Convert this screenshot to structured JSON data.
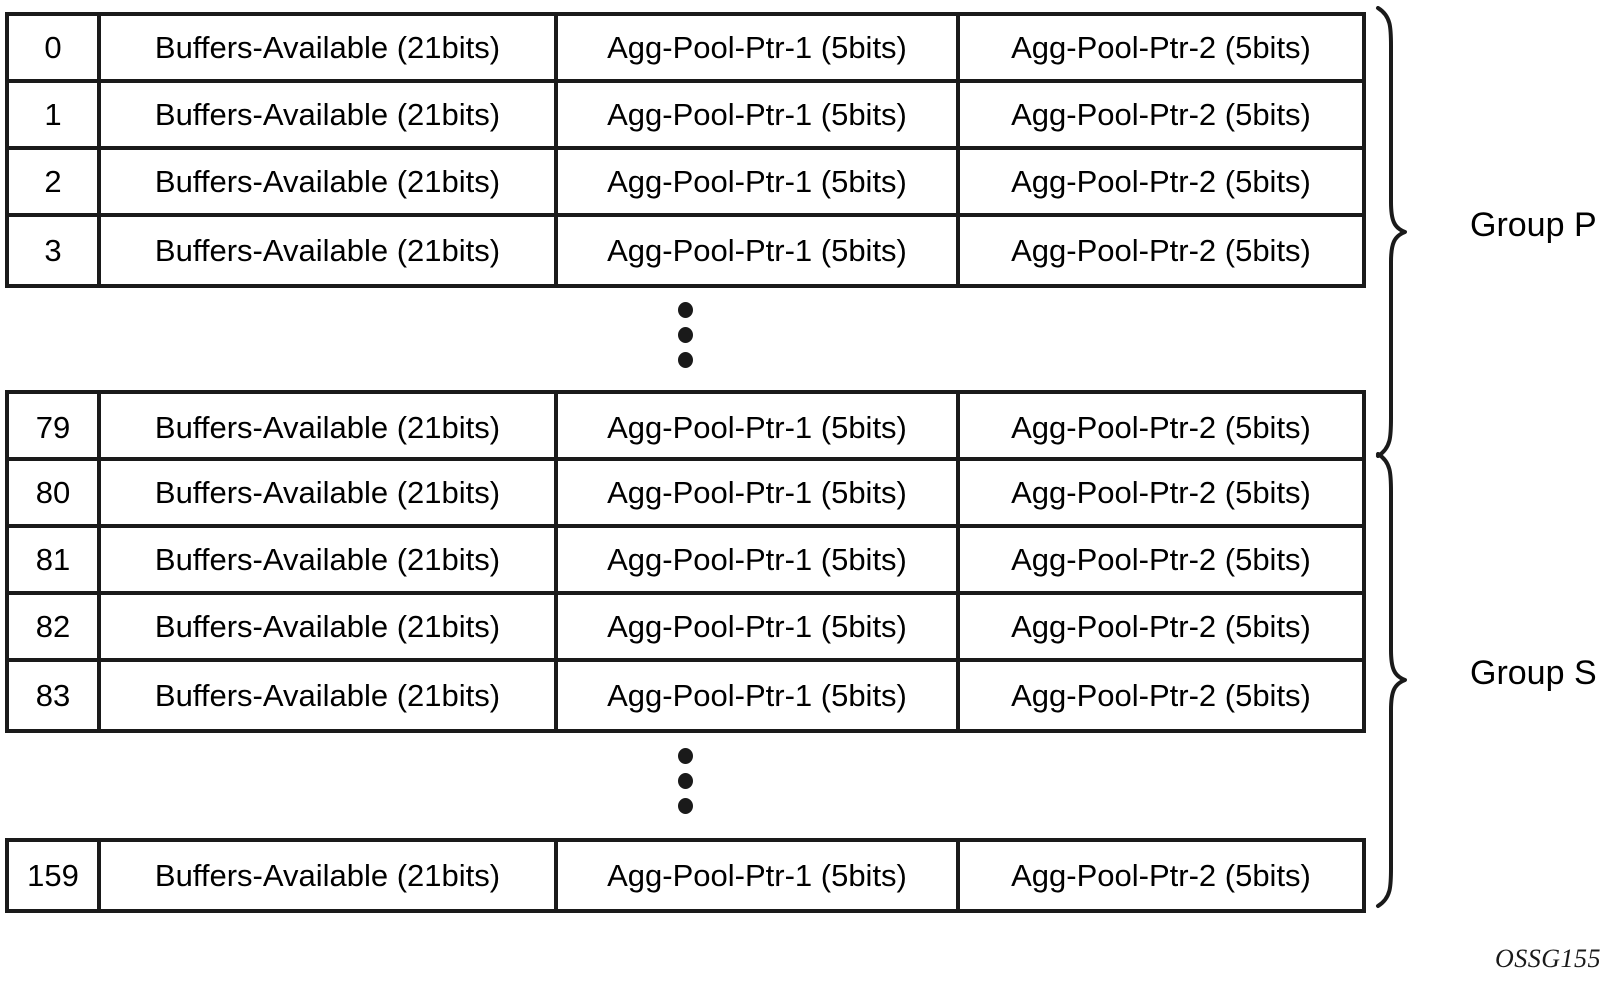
{
  "figure": {
    "code": "OSSG155",
    "row_columns": [
      "index",
      "buffers",
      "ptr1",
      "ptr2"
    ],
    "field_labels": {
      "buffers": "Buffers-Available (21bits)",
      "ptr1": "Agg-Pool-Ptr-1 (5bits)",
      "ptr2": "Agg-Pool-Ptr-2 (5bits)"
    },
    "ellipsis_glyph": "vertical-ellipsis"
  },
  "blocks": [
    {
      "id": "block-group-p-top",
      "rows": [
        {
          "index": "0",
          "buffers": "Buffers-Available (21bits)",
          "ptr1": "Agg-Pool-Ptr-1 (5bits)",
          "ptr2": "Agg-Pool-Ptr-2 (5bits)"
        },
        {
          "index": "1",
          "buffers": "Buffers-Available (21bits)",
          "ptr1": "Agg-Pool-Ptr-1 (5bits)",
          "ptr2": "Agg-Pool-Ptr-2 (5bits)"
        },
        {
          "index": "2",
          "buffers": "Buffers-Available (21bits)",
          "ptr1": "Agg-Pool-Ptr-1 (5bits)",
          "ptr2": "Agg-Pool-Ptr-2 (5bits)"
        },
        {
          "index": "3",
          "buffers": "Buffers-Available (21bits)",
          "ptr1": "Agg-Pool-Ptr-1 (5bits)",
          "ptr2": "Agg-Pool-Ptr-2 (5bits)"
        }
      ]
    },
    {
      "id": "block-group-p-end",
      "rows": [
        {
          "index": "79",
          "buffers": "Buffers-Available (21bits)",
          "ptr1": "Agg-Pool-Ptr-1 (5bits)",
          "ptr2": "Agg-Pool-Ptr-2 (5bits)"
        }
      ]
    },
    {
      "id": "block-group-s-top",
      "rows": [
        {
          "index": "80",
          "buffers": "Buffers-Available (21bits)",
          "ptr1": "Agg-Pool-Ptr-1 (5bits)",
          "ptr2": "Agg-Pool-Ptr-2 (5bits)"
        },
        {
          "index": "81",
          "buffers": "Buffers-Available (21bits)",
          "ptr1": "Agg-Pool-Ptr-1 (5bits)",
          "ptr2": "Agg-Pool-Ptr-2 (5bits)"
        },
        {
          "index": "82",
          "buffers": "Buffers-Available (21bits)",
          "ptr1": "Agg-Pool-Ptr-1 (5bits)",
          "ptr2": "Agg-Pool-Ptr-2 (5bits)"
        },
        {
          "index": "83",
          "buffers": "Buffers-Available (21bits)",
          "ptr1": "Agg-Pool-Ptr-1 (5bits)",
          "ptr2": "Agg-Pool-Ptr-2 (5bits)"
        }
      ]
    },
    {
      "id": "block-group-s-end",
      "rows": [
        {
          "index": "159",
          "buffers": "Buffers-Available (21bits)",
          "ptr1": "Agg-Pool-Ptr-1 (5bits)",
          "ptr2": "Agg-Pool-Ptr-2 (5bits)"
        }
      ]
    }
  ],
  "groups": [
    {
      "id": "group-p",
      "label": "Group P",
      "covers": "rows 0 through 79"
    },
    {
      "id": "group-s",
      "label": "Group S",
      "covers": "rows 80 through 159"
    }
  ]
}
